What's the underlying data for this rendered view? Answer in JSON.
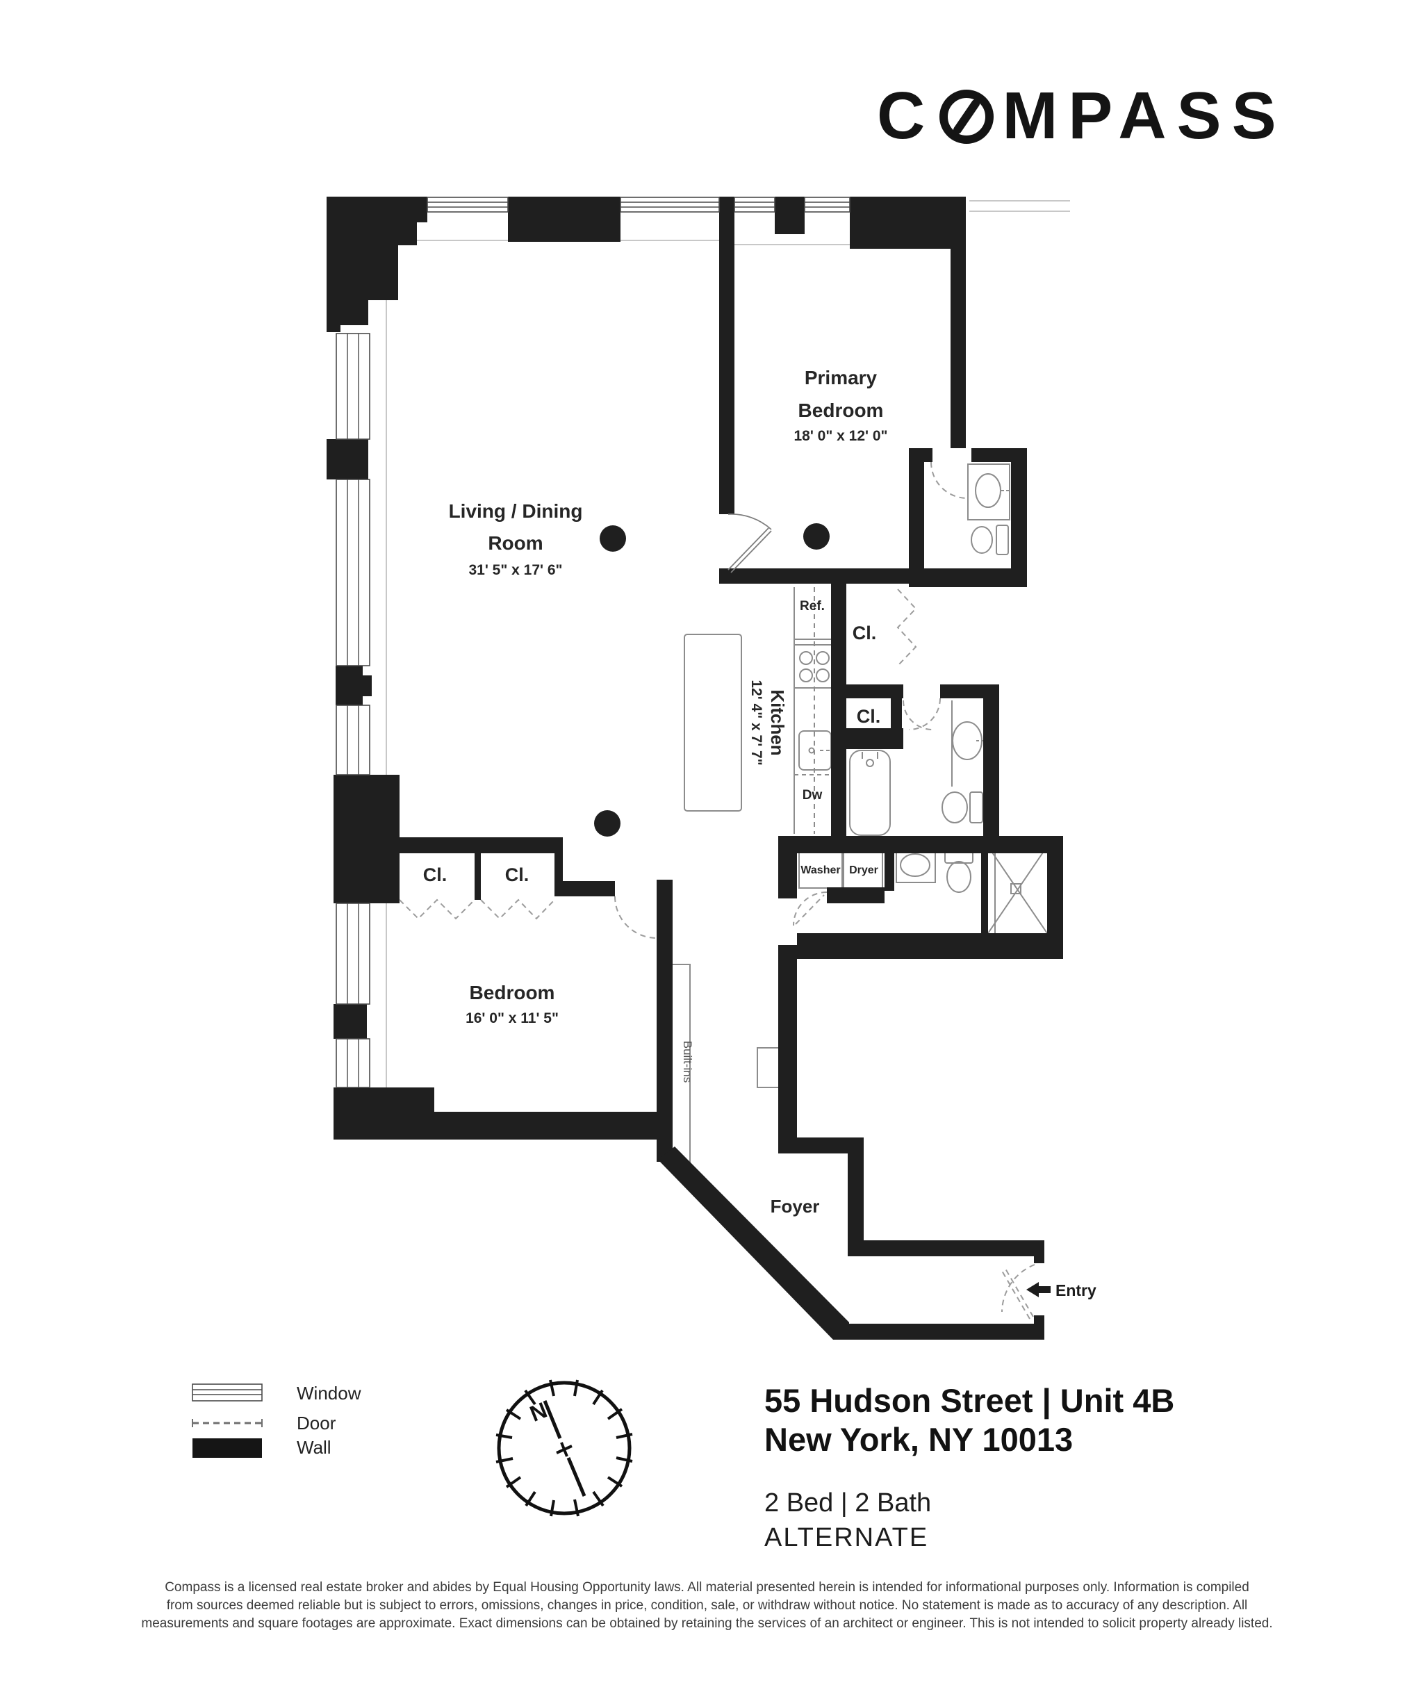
{
  "logo": {
    "part1": "C",
    "part2": "MPASS"
  },
  "plan": {
    "rooms": {
      "living": {
        "line1": "Living / Dining",
        "line2": "Room",
        "dims": "31' 5\" x 17' 6\""
      },
      "primary": {
        "line1": "Primary",
        "line2": "Bedroom",
        "dims": "18' 0\" x 12' 0\""
      },
      "kitchen": {
        "line1": "Kitchen",
        "dims": "12' 4\" x 7' 7\""
      },
      "bedroom": {
        "line1": "Bedroom",
        "dims": "16' 0\" x 11' 5\""
      },
      "foyer": {
        "line1": "Foyer"
      }
    },
    "labels": {
      "closet": "Cl.",
      "ref": "Ref.",
      "dw": "Dw",
      "washer": "Washer",
      "dryer": "Dryer",
      "built_ins": "Built-ins",
      "entry": "Entry",
      "north": "N"
    }
  },
  "legend": {
    "window": "Window",
    "door": "Door",
    "wall": "Wall"
  },
  "listing": {
    "address_line1": "55 Hudson Street | Unit 4B",
    "address_line2": "New York, NY 10013",
    "beds_baths": "2 Bed | 2 Bath",
    "plan_variant": "ALTERNATE"
  },
  "disclaimer": {
    "line1": "Compass is a licensed real estate broker and abides by Equal Housing Opportunity laws. All material presented herein is intended for informational purposes only. Information is compiled",
    "line2": "from sources deemed reliable but is subject to errors, omissions, changes in price, condition, sale, or withdraw without notice. No statement is made as to accuracy of any description. All",
    "line3": "measurements and square footages are approximate. Exact dimensions can be obtained by retaining the services of an architect or engineer. This is not intended to solicit property already listed."
  },
  "colors": {
    "wall": "#1f1f1f",
    "fixture": "#8c8c8c",
    "text": "#262626",
    "door_dash": "#9c9c9c"
  }
}
